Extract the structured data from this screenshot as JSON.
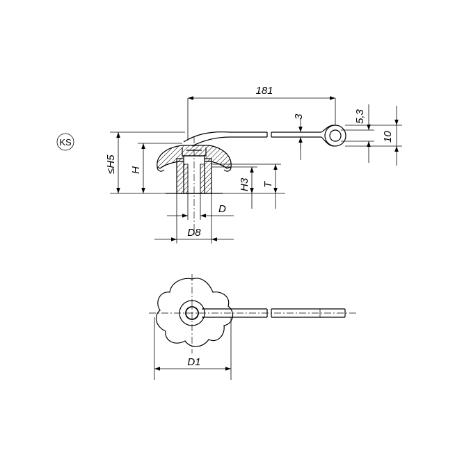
{
  "badge": {
    "label": "KS"
  },
  "dimensions": {
    "length": "181",
    "cable_thickness": "3",
    "eye_hole": "5,3",
    "eye_outer": "10",
    "height_max": "≤H5",
    "height": "H",
    "thread_depth": "H3",
    "bore_depth": "T",
    "bore_diameter": "D",
    "hub_diameter": "D8",
    "knob_diameter": "D1"
  }
}
